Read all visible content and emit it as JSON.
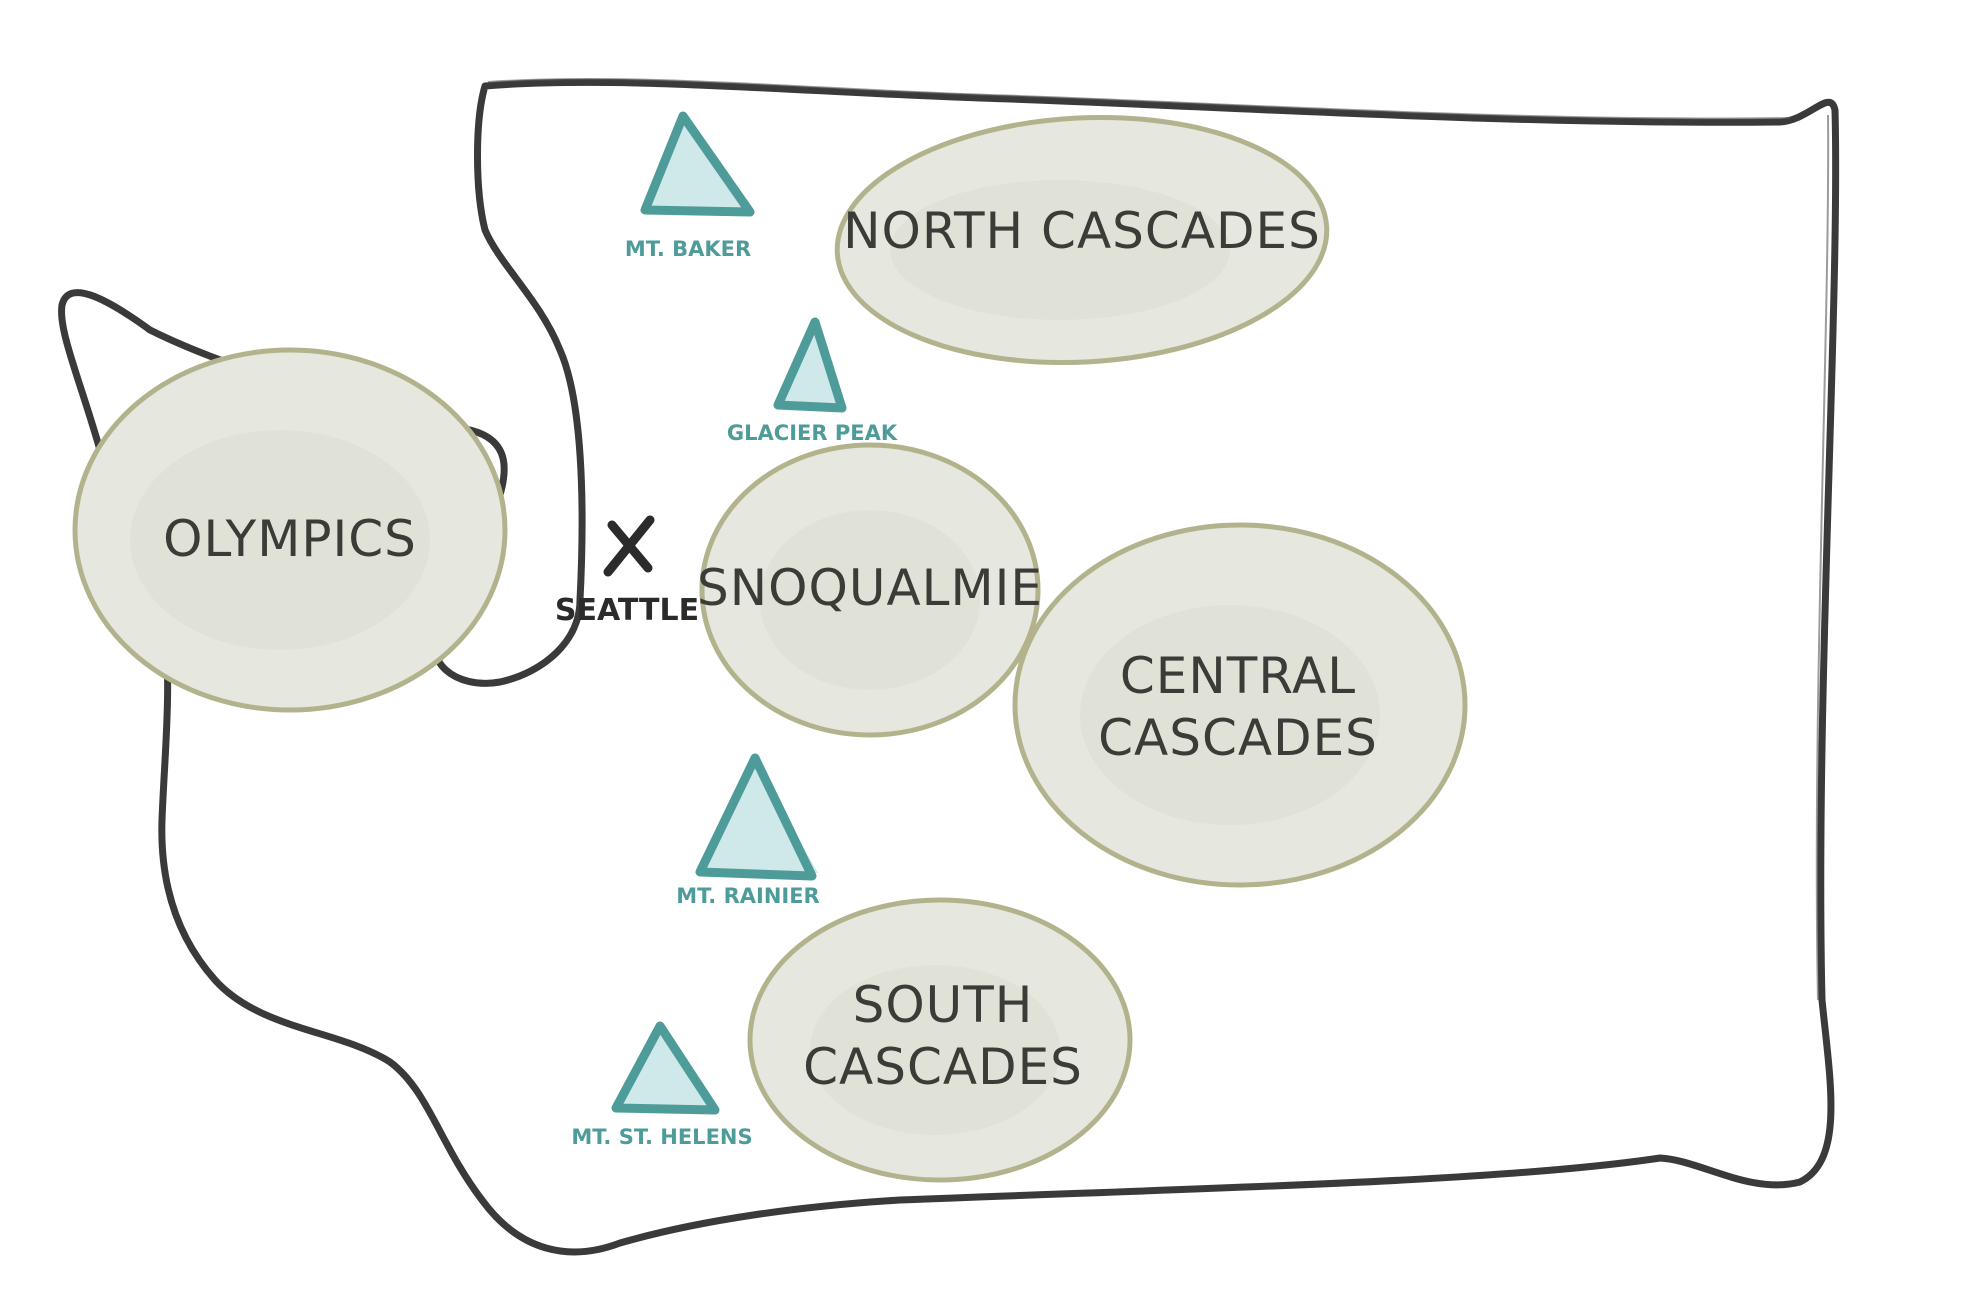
{
  "colors": {
    "outline": "#3a3a3a",
    "region_fill": "#e6e7de",
    "region_stroke": "#b2b38d",
    "region_text": "#3b3c38",
    "peak_color": "#4e9c9a",
    "peak_fill": "#bfe0e2",
    "city_text": "#2b2b2b"
  },
  "regions": {
    "north_cascades": {
      "lines": [
        "NORTH CASCADES"
      ]
    },
    "olympics": {
      "lines": [
        "OLYMPICS"
      ]
    },
    "snoqualmie": {
      "lines": [
        "SNOQUALMIE"
      ]
    },
    "central_cascades": {
      "lines": [
        "CENTRAL",
        "CASCADES"
      ]
    },
    "south_cascades": {
      "lines": [
        "SOUTH",
        "CASCADES"
      ]
    }
  },
  "peaks": {
    "mt_baker": {
      "label": "MT. BAKER",
      "icon": "mountain-triangle-icon"
    },
    "glacier_peak": {
      "label": "GLACIER PEAK",
      "icon": "mountain-triangle-icon"
    },
    "mt_rainier": {
      "label": "MT. RAINIER",
      "icon": "mountain-triangle-icon"
    },
    "mt_st_helens": {
      "label": "MT. ST. HELENS",
      "icon": "mountain-triangle-icon"
    }
  },
  "city": {
    "seattle": {
      "label": "SEATTLE",
      "marker": "x-marker-icon"
    }
  }
}
